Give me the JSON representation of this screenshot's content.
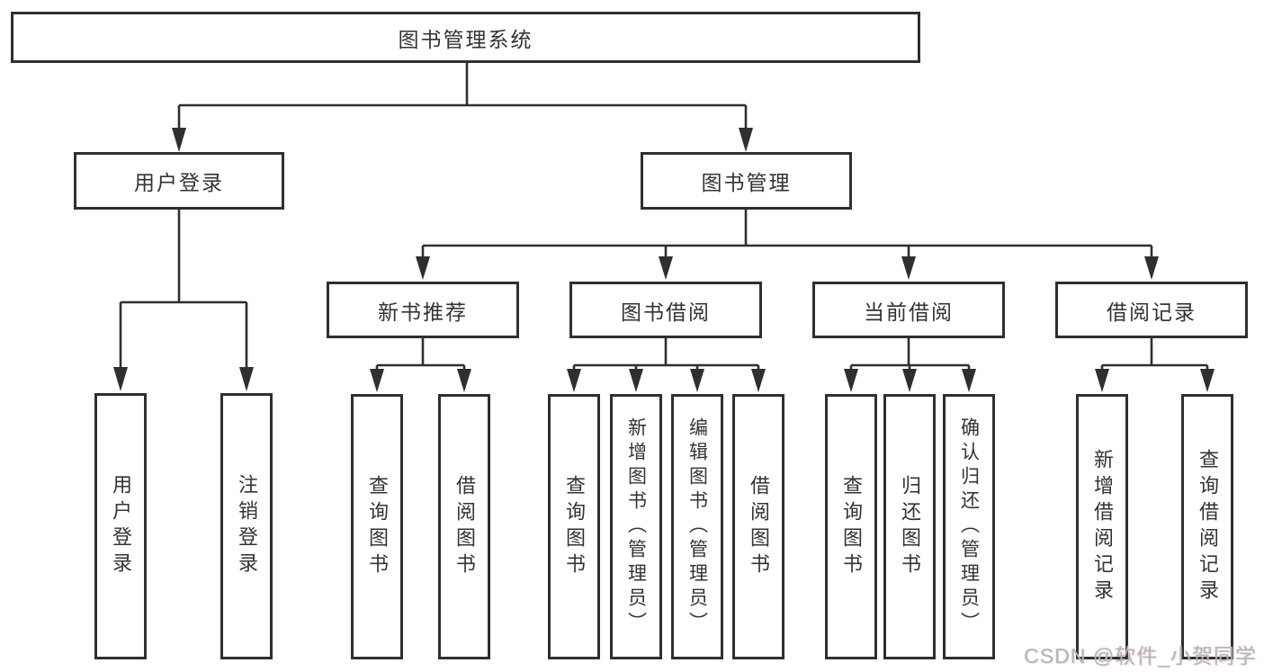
{
  "diagram": {
    "root": "图书管理系统",
    "user_branch": {
      "label": "用户登录",
      "leaves": [
        "用户登录",
        "注销登录"
      ]
    },
    "book_branch": {
      "label": "图书管理",
      "groups": [
        {
          "label": "新书推荐",
          "leaves": [
            "查询图书",
            "借阅图书"
          ]
        },
        {
          "label": "图书借阅",
          "leaves": [
            "查询图书",
            "新增图书（管理员）",
            "编辑图书（管理员）",
            "借阅图书"
          ]
        },
        {
          "label": "当前借阅",
          "leaves": [
            "查询图书",
            "归还图书",
            "确认归还（管理员）"
          ]
        },
        {
          "label": "借阅记录",
          "leaves": [
            "新增借阅记录",
            "查询借阅记录"
          ]
        }
      ]
    },
    "line_color": "#2f2f2f",
    "watermark": "CSDN @软件_小贺同学"
  }
}
